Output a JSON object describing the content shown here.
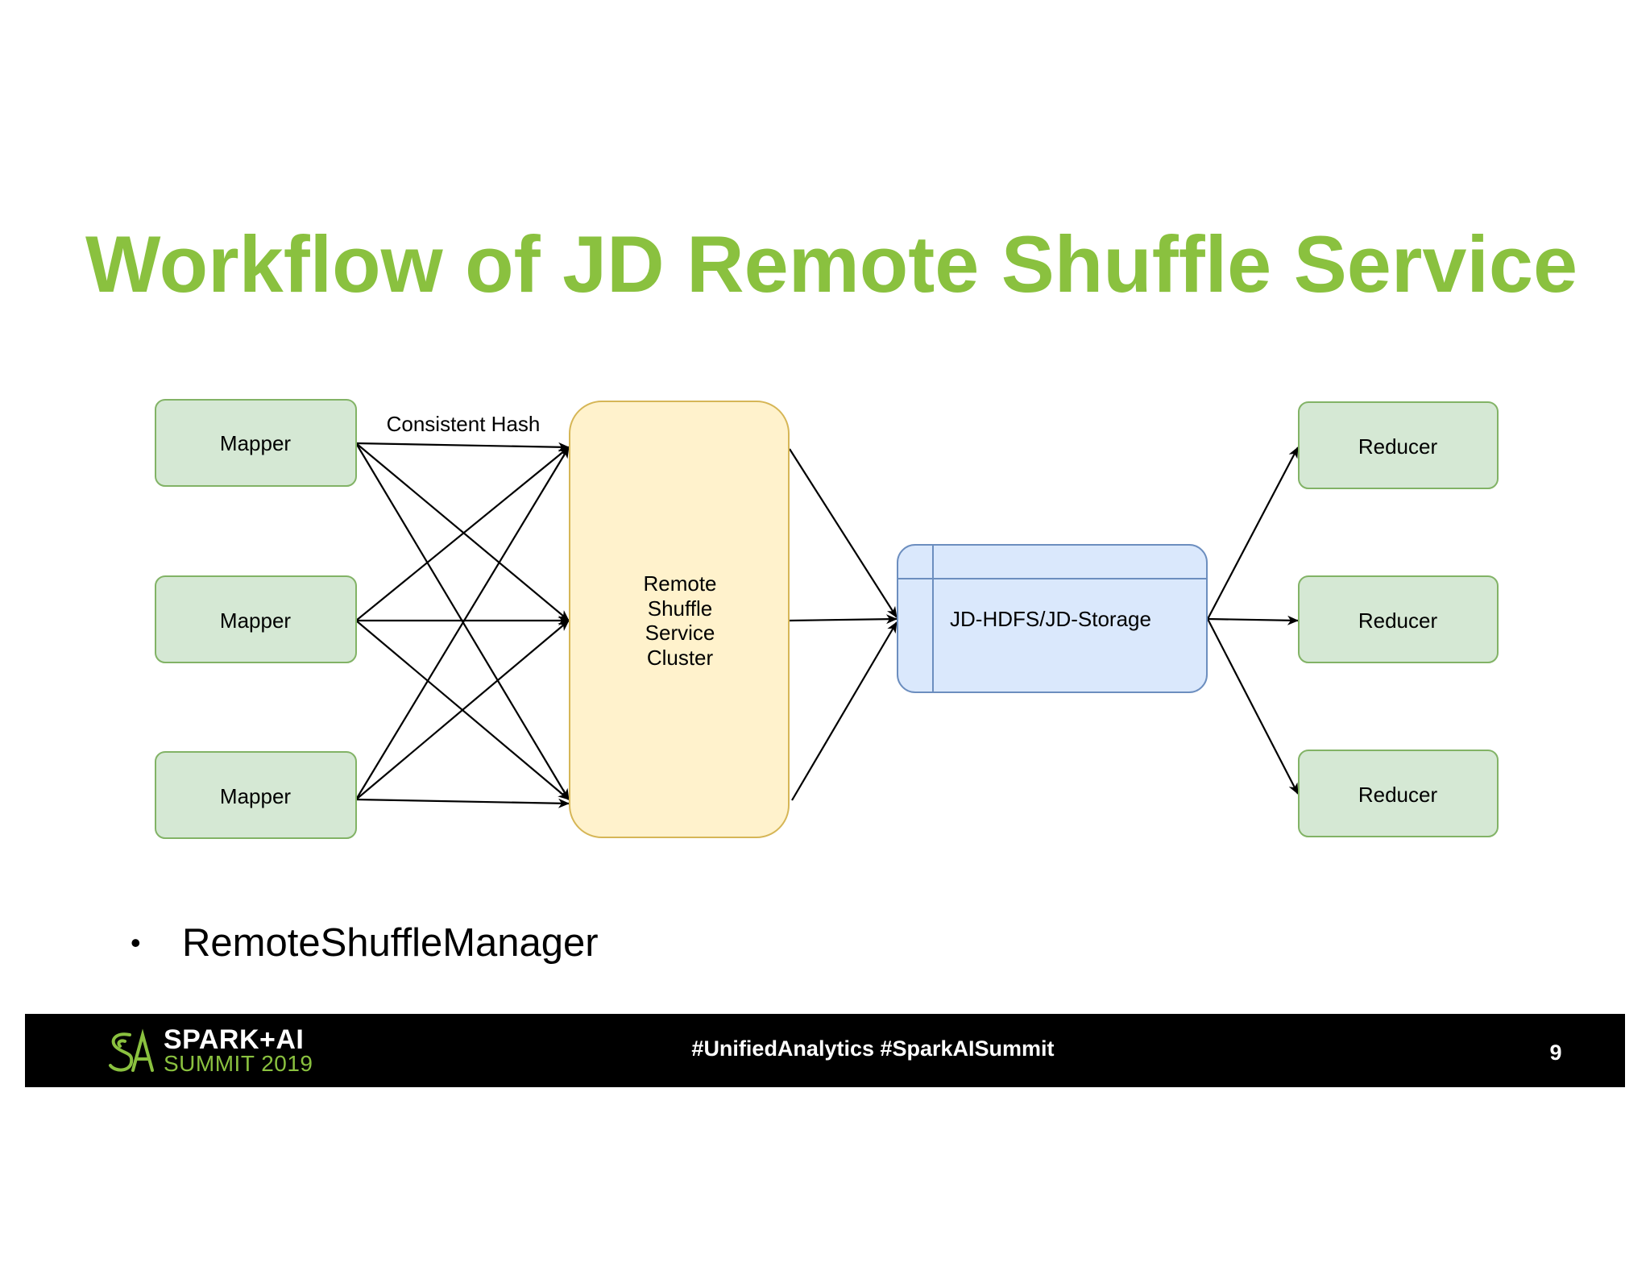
{
  "slide": {
    "title": "Workflow of JD Remote Shuffle Service",
    "bullet": "RemoteShuffleManager"
  },
  "diagram": {
    "mappers": [
      "Mapper",
      "Mapper",
      "Mapper"
    ],
    "edge_label": "Consistent Hash",
    "cluster_lines": [
      "Remote",
      "Shuffle",
      "Service",
      "Cluster"
    ],
    "storage": "JD-HDFS/JD-Storage",
    "reducers": [
      "Reducer",
      "Reducer",
      "Reducer"
    ]
  },
  "footer": {
    "logo_line1": "SPARK+AI",
    "logo_line2": "SUMMIT 2019",
    "hashtags": "#UnifiedAnalytics #SparkAISummit",
    "page_number": "9"
  },
  "colors": {
    "title": "#8ac13f",
    "node_fill": "#d5e8d4",
    "node_stroke": "#82b366",
    "cluster_fill": "#fff2cc",
    "cluster_stroke": "#d6b656",
    "storage_fill": "#dae8fc",
    "storage_stroke": "#6c8ebf",
    "footer_bg": "#000000"
  }
}
